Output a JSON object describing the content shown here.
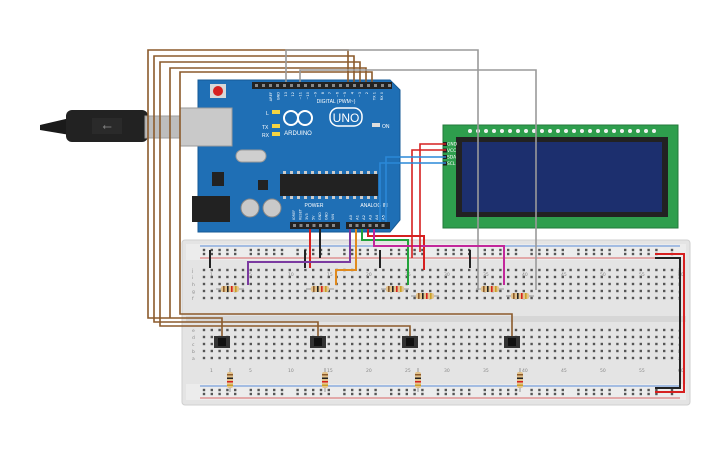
{
  "arduino": {
    "brand_text": "ARDUINO",
    "model_text": "UNO",
    "on_label": "ON",
    "tx_label": "TX",
    "rx_label": "RX",
    "l_label": "L",
    "aref_label": "AREF",
    "gnd_label": "GND",
    "digital_label": "DIGITAL (PWM~)",
    "power_label": "POWER",
    "analog_label": "ANALOG IN",
    "power_pins": [
      "IOREF",
      "RESET",
      "3V3",
      "5V",
      "GND",
      "GND",
      "VIN"
    ],
    "analog_pins": [
      "A0",
      "A1",
      "A2",
      "A3",
      "A4",
      "A5"
    ],
    "digital_pins": [
      "13",
      "12",
      "~11",
      "~10",
      "~9",
      "8",
      "7",
      "~6",
      "~5",
      "4",
      "~3",
      "2",
      "TX 1",
      "RX 0"
    ]
  },
  "lcd": {
    "pins": [
      "GND",
      "VCC",
      "SDA",
      "SCL"
    ]
  },
  "breadboard": {
    "top_column_numbers": [
      "1",
      "5",
      "10",
      "15",
      "20",
      "25",
      "30",
      "35",
      "40",
      "45",
      "50",
      "55",
      "60"
    ],
    "bottom_column_numbers": [
      "1",
      "5",
      "10",
      "15",
      "20",
      "25",
      "30",
      "35",
      "40",
      "45",
      "50",
      "55",
      "60"
    ],
    "row_letters_top": [
      "j",
      "i",
      "h",
      "g",
      "f"
    ],
    "row_letters_bottom": [
      "e",
      "d",
      "c",
      "b",
      "a"
    ]
  },
  "colors": {
    "board_blue": "#1f6fb5",
    "lcd_green": "#2e9e4d",
    "lcd_screen": "#1c2f6e",
    "wire_brown": "#8b5a2b",
    "wire_gray": "#9a9a9a",
    "wire_red": "#d62020",
    "wire_black": "#222222",
    "wire_purple": "#7b3aa0",
    "wire_orange": "#e08a1e",
    "wire_green": "#22a33a",
    "wire_magenta": "#c2279b",
    "wire_blue": "#2a88d8"
  }
}
